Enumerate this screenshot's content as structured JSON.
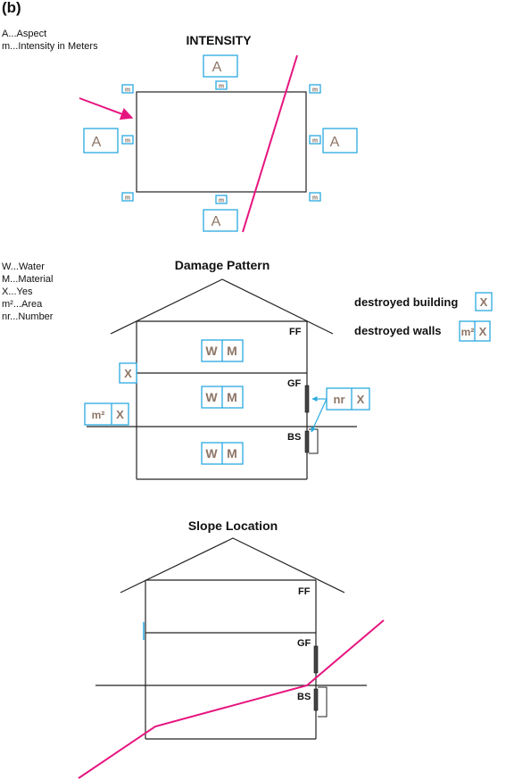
{
  "panel_label": "(b)",
  "colors": {
    "accent": "#29a9e0",
    "magenta": "#e6157f",
    "box_text": "#8d7565",
    "line": "#222222"
  },
  "intensity": {
    "title": "INTENSITY",
    "legend": [
      "A...Aspect",
      "m...Intensity in Meters"
    ],
    "aspect_label": "A",
    "meter_label": "m"
  },
  "damage": {
    "title": "Damage Pattern",
    "legend": [
      "W...Water",
      "M...Material",
      "X...Yes",
      "m²...Area",
      "nr...Number"
    ],
    "key_destroyed_building": "destroyed building",
    "key_destroyed_walls": "destroyed walls",
    "water": "W",
    "material": "M",
    "yes": "X",
    "area": "m²",
    "number": "nr",
    "floors": {
      "ff": "FF",
      "gf": "GF",
      "bs": "BS"
    }
  },
  "slope": {
    "title": "Slope Location",
    "floors": {
      "ff": "FF",
      "gf": "GF",
      "bs": "BS"
    }
  }
}
